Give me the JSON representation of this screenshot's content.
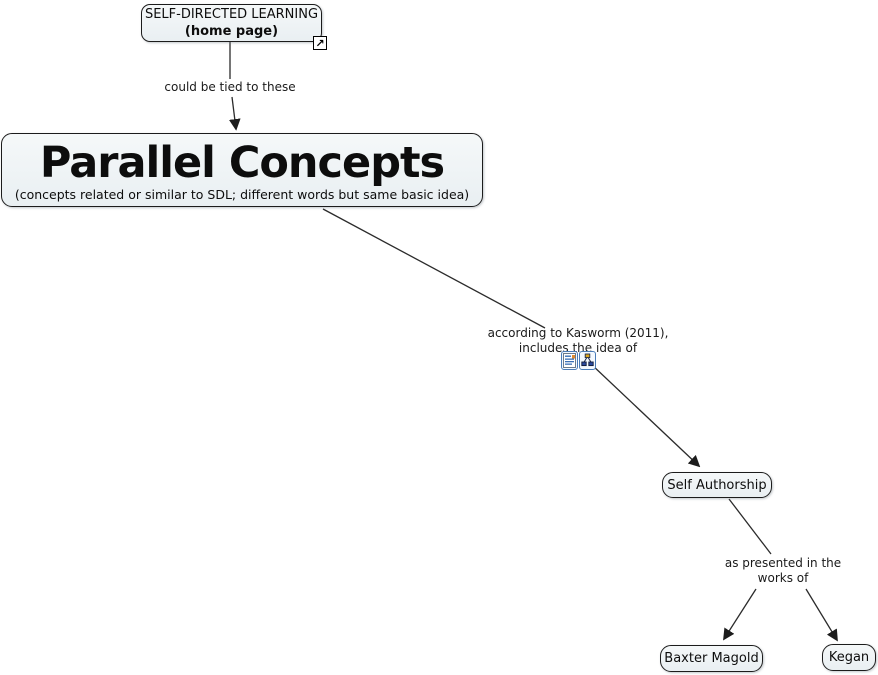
{
  "nodes": {
    "sdl_home": {
      "line1": "SELF-DIRECTED LEARNING",
      "line2": "(home page)"
    },
    "parallel_concepts": {
      "title": "Parallel Concepts",
      "subtitle": "(concepts related or similar to SDL; different words but same basic idea)"
    },
    "self_authorship": {
      "label": "Self Authorship"
    },
    "baxter_magold": {
      "label": "Baxter Magold"
    },
    "kegan": {
      "label": "Kegan"
    }
  },
  "linking_phrases": {
    "could_be_tied": {
      "label": "could be tied to these"
    },
    "kasworm": {
      "line1": "according to Kasworm (2011),",
      "line2": "includes the idea of"
    },
    "works_of": {
      "line1": "as presented in the",
      "line2": "works of"
    }
  },
  "icons": {
    "hyperlink_glyph": "↗",
    "document_resource": "document-resource-icon",
    "concept_map_resource": "concept-map-resource-icon"
  },
  "colors": {
    "background": "#ffffff",
    "node_fill": "#edf2f5",
    "node_border": "#1c1c1c",
    "edge": "#2b2b2b",
    "resource_icon_border": "#4a7cb8"
  }
}
